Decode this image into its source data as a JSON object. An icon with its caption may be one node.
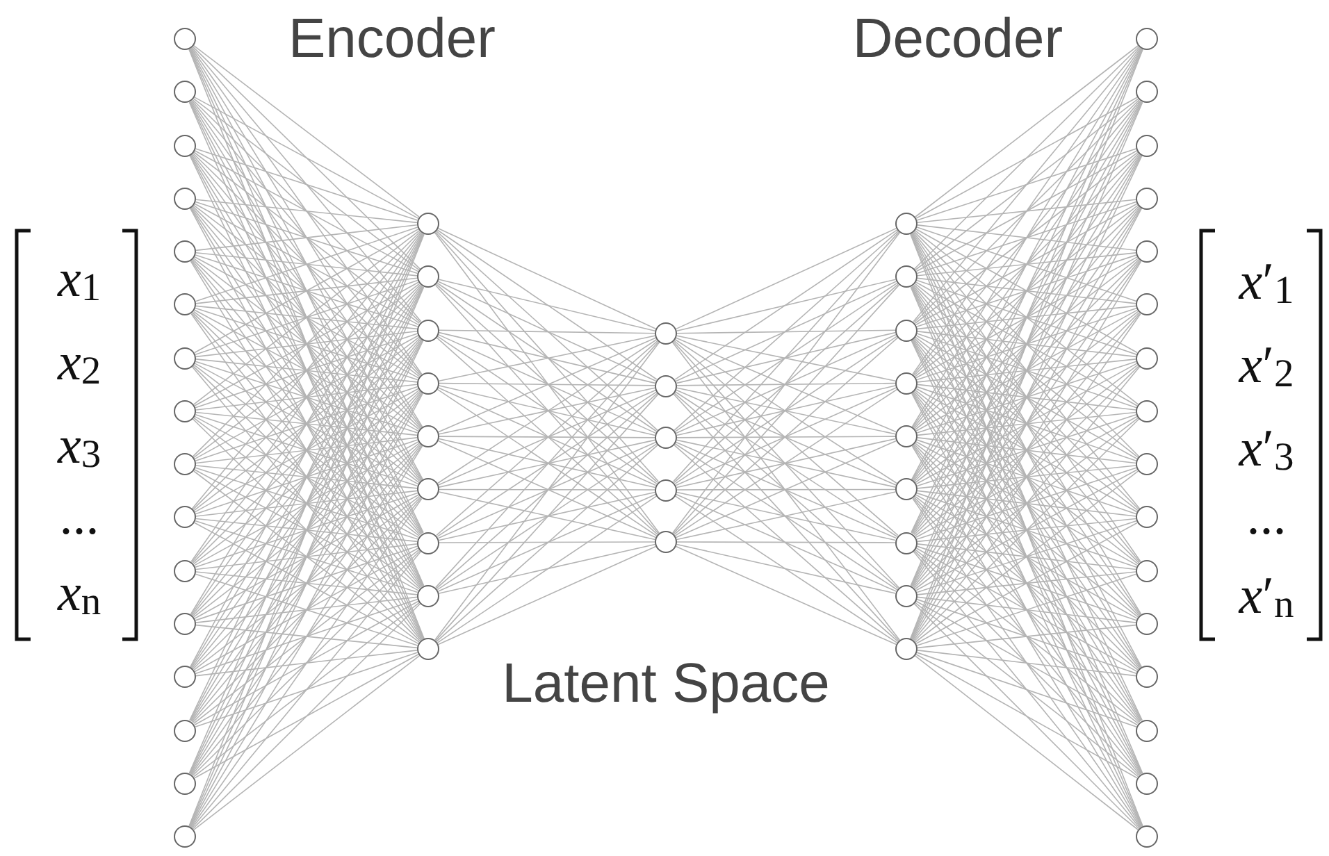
{
  "diagram": {
    "nodes": [
      {
        "text": [],
        "shape": "circle"
      },
      {
        "text": [],
        "shape": "circle"
      },
      {
        "text": [],
        "shape": "circle"
      },
      {
        "text": [],
        "shape": "circle"
      },
      {
        "text": [],
        "shape": "circle"
      },
      {
        "text": [],
        "shape": "circle"
      },
      {
        "text": [],
        "shape": "circle"
      },
      {
        "text": [],
        "shape": "circle"
      },
      {
        "text": [],
        "shape": "circle"
      },
      {
        "text": [],
        "shape": "circle"
      },
      {
        "text": [],
        "shape": "circle"
      },
      {
        "text": [],
        "shape": "circle"
      },
      {
        "text": [],
        "shape": "circle"
      },
      {
        "text": [],
        "shape": "circle"
      },
      {
        "text": [],
        "shape": "circle"
      },
      {
        "text": [],
        "shape": "circle"
      },
      {
        "text": [],
        "shape": "circle"
      },
      {
        "text": [],
        "shape": "circle"
      },
      {
        "text": [],
        "shape": "circle"
      },
      {
        "text": [],
        "shape": "circle"
      },
      {
        "text": [],
        "shape": "circle"
      },
      {
        "text": [],
        "shape": "circle"
      },
      {
        "text": [],
        "shape": "circle"
      },
      {
        "text": [],
        "shape": "circle"
      },
      {
        "text": [],
        "shape": "circle"
      },
      {
        "text": [],
        "shape": "circle"
      },
      {
        "text": [],
        "shape": "circle"
      },
      {
        "text": [],
        "shape": "circle"
      },
      {
        "text": [],
        "shape": "circle"
      },
      {
        "text": [],
        "shape": "circle"
      },
      {
        "text": [],
        "shape": "circle"
      },
      {
        "text": [],
        "shape": "circle"
      },
      {
        "text": [],
        "shape": "circle"
      },
      {
        "text": [],
        "shape": "circle"
      },
      {
        "text": [],
        "shape": "circle"
      },
      {
        "text": [],
        "shape": "circle"
      },
      {
        "text": [],
        "shape": "circle"
      },
      {
        "text": [],
        "shape": "circle"
      },
      {
        "text": [],
        "shape": "circle"
      },
      {
        "text": [],
        "shape": "circle"
      },
      {
        "text": [],
        "shape": "circle"
      },
      {
        "text": [],
        "shape": "circle"
      },
      {
        "text": [],
        "shape": "circle"
      },
      {
        "text": [],
        "shape": "circle"
      },
      {
        "text": [],
        "shape": "circle"
      },
      {
        "text": [],
        "shape": "circle"
      },
      {
        "text": [],
        "shape": "circle"
      },
      {
        "text": [],
        "shape": "circle"
      },
      {
        "text": [],
        "shape": "circle"
      },
      {
        "text": [],
        "shape": "circle"
      },
      {
        "text": [],
        "shape": "circle"
      },
      {
        "text": [],
        "shape": "circle"
      },
      {
        "text": [],
        "shape": "circle"
      },
      {
        "text": [],
        "shape": "circle"
      },
      {
        "text": [],
        "shape": "circle"
      }
    ],
    "edges": [
      {
        "from": 0,
        "to": 16,
        "arrow": "none"
      },
      {
        "from": 0,
        "to": 17,
        "arrow": "none"
      },
      {
        "from": 0,
        "to": 18,
        "arrow": "none"
      },
      {
        "from": 0,
        "to": 19,
        "arrow": "none"
      },
      {
        "from": 0,
        "to": 20,
        "arrow": "none"
      },
      {
        "from": 0,
        "to": 21,
        "arrow": "none"
      },
      {
        "from": 0,
        "to": 22,
        "arrow": "none"
      },
      {
        "from": 0,
        "to": 23,
        "arrow": "none"
      },
      {
        "from": 0,
        "to": 24,
        "arrow": "none"
      },
      {
        "from": 1,
        "to": 16,
        "arrow": "none"
      },
      {
        "from": 1,
        "to": 17,
        "arrow": "none"
      },
      {
        "from": 1,
        "to": 18,
        "arrow": "none"
      },
      {
        "from": 1,
        "to": 19,
        "arrow": "none"
      },
      {
        "from": 1,
        "to": 20,
        "arrow": "none"
      },
      {
        "from": 1,
        "to": 21,
        "arrow": "none"
      },
      {
        "from": 1,
        "to": 22,
        "arrow": "none"
      },
      {
        "from": 1,
        "to": 23,
        "arrow": "none"
      },
      {
        "from": 1,
        "to": 24,
        "arrow": "none"
      },
      {
        "from": 2,
        "to": 16,
        "arrow": "none"
      },
      {
        "from": 2,
        "to": 17,
        "arrow": "none"
      },
      {
        "from": 2,
        "to": 18,
        "arrow": "none"
      },
      {
        "from": 2,
        "to": 19,
        "arrow": "none"
      },
      {
        "from": 2,
        "to": 20,
        "arrow": "none"
      },
      {
        "from": 2,
        "to": 21,
        "arrow": "none"
      },
      {
        "from": 2,
        "to": 22,
        "arrow": "none"
      },
      {
        "from": 2,
        "to": 23,
        "arrow": "none"
      },
      {
        "from": 2,
        "to": 24,
        "arrow": "none"
      },
      {
        "from": 3,
        "to": 16,
        "arrow": "none"
      },
      {
        "from": 3,
        "to": 17,
        "arrow": "none"
      },
      {
        "from": 3,
        "to": 18,
        "arrow": "none"
      },
      {
        "from": 3,
        "to": 19,
        "arrow": "none"
      },
      {
        "from": 3,
        "to": 20,
        "arrow": "none"
      },
      {
        "from": 3,
        "to": 21,
        "arrow": "none"
      },
      {
        "from": 3,
        "to": 22,
        "arrow": "none"
      },
      {
        "from": 3,
        "to": 23,
        "arrow": "none"
      },
      {
        "from": 3,
        "to": 24,
        "arrow": "none"
      },
      {
        "from": 4,
        "to": 16,
        "arrow": "none"
      },
      {
        "from": 4,
        "to": 17,
        "arrow": "none"
      },
      {
        "from": 4,
        "to": 18,
        "arrow": "none"
      },
      {
        "from": 4,
        "to": 19,
        "arrow": "none"
      },
      {
        "from": 4,
        "to": 20,
        "arrow": "none"
      },
      {
        "from": 4,
        "to": 21,
        "arrow": "none"
      },
      {
        "from": 4,
        "to": 22,
        "arrow": "none"
      },
      {
        "from": 4,
        "to": 23,
        "arrow": "none"
      },
      {
        "from": 4,
        "to": 24,
        "arrow": "none"
      },
      {
        "from": 5,
        "to": 16,
        "arrow": "none"
      },
      {
        "from": 5,
        "to": 17,
        "arrow": "none"
      },
      {
        "from": 5,
        "to": 18,
        "arrow": "none"
      },
      {
        "from": 5,
        "to": 19,
        "arrow": "none"
      },
      {
        "from": 5,
        "to": 20,
        "arrow": "none"
      },
      {
        "from": 5,
        "to": 21,
        "arrow": "none"
      },
      {
        "from": 5,
        "to": 22,
        "arrow": "none"
      },
      {
        "from": 5,
        "to": 23,
        "arrow": "none"
      },
      {
        "from": 5,
        "to": 24,
        "arrow": "none"
      },
      {
        "from": 6,
        "to": 16,
        "arrow": "none"
      },
      {
        "from": 6,
        "to": 17,
        "arrow": "none"
      },
      {
        "from": 6,
        "to": 18,
        "arrow": "none"
      },
      {
        "from": 6,
        "to": 19,
        "arrow": "none"
      },
      {
        "from": 6,
        "to": 20,
        "arrow": "none"
      },
      {
        "from": 6,
        "to": 21,
        "arrow": "none"
      },
      {
        "from": 6,
        "to": 22,
        "arrow": "none"
      },
      {
        "from": 6,
        "to": 23,
        "arrow": "none"
      },
      {
        "from": 6,
        "to": 24,
        "arrow": "none"
      },
      {
        "from": 7,
        "to": 16,
        "arrow": "none"
      },
      {
        "from": 7,
        "to": 17,
        "arrow": "none"
      },
      {
        "from": 7,
        "to": 18,
        "arrow": "none"
      },
      {
        "from": 7,
        "to": 19,
        "arrow": "none"
      },
      {
        "from": 7,
        "to": 20,
        "arrow": "none"
      },
      {
        "from": 7,
        "to": 21,
        "arrow": "none"
      },
      {
        "from": 7,
        "to": 22,
        "arrow": "none"
      },
      {
        "from": 7,
        "to": 23,
        "arrow": "none"
      },
      {
        "from": 7,
        "to": 24,
        "arrow": "none"
      },
      {
        "from": 8,
        "to": 16,
        "arrow": "none"
      },
      {
        "from": 8,
        "to": 17,
        "arrow": "none"
      },
      {
        "from": 8,
        "to": 18,
        "arrow": "none"
      },
      {
        "from": 8,
        "to": 19,
        "arrow": "none"
      },
      {
        "from": 8,
        "to": 20,
        "arrow": "none"
      },
      {
        "from": 8,
        "to": 21,
        "arrow": "none"
      },
      {
        "from": 8,
        "to": 22,
        "arrow": "none"
      },
      {
        "from": 8,
        "to": 23,
        "arrow": "none"
      },
      {
        "from": 8,
        "to": 24,
        "arrow": "none"
      },
      {
        "from": 9,
        "to": 16,
        "arrow": "none"
      },
      {
        "from": 9,
        "to": 17,
        "arrow": "none"
      },
      {
        "from": 9,
        "to": 18,
        "arrow": "none"
      },
      {
        "from": 9,
        "to": 19,
        "arrow": "none"
      },
      {
        "from": 9,
        "to": 20,
        "arrow": "none"
      },
      {
        "from": 9,
        "to": 21,
        "arrow": "none"
      },
      {
        "from": 9,
        "to": 22,
        "arrow": "none"
      },
      {
        "from": 9,
        "to": 23,
        "arrow": "none"
      },
      {
        "from": 9,
        "to": 24,
        "arrow": "none"
      },
      {
        "from": 10,
        "to": 16,
        "arrow": "none"
      },
      {
        "from": 10,
        "to": 17,
        "arrow": "none"
      },
      {
        "from": 10,
        "to": 18,
        "arrow": "none"
      },
      {
        "from": 10,
        "to": 19,
        "arrow": "none"
      },
      {
        "from": 10,
        "to": 20,
        "arrow": "none"
      },
      {
        "from": 10,
        "to": 21,
        "arrow": "none"
      },
      {
        "from": 10,
        "to": 22,
        "arrow": "none"
      },
      {
        "from": 10,
        "to": 23,
        "arrow": "none"
      },
      {
        "from": 10,
        "to": 24,
        "arrow": "none"
      },
      {
        "from": 11,
        "to": 16,
        "arrow": "none"
      },
      {
        "from": 11,
        "to": 17,
        "arrow": "none"
      },
      {
        "from": 11,
        "to": 18,
        "arrow": "none"
      },
      {
        "from": 11,
        "to": 19,
        "arrow": "none"
      },
      {
        "from": 11,
        "to": 20,
        "arrow": "none"
      },
      {
        "from": 11,
        "to": 21,
        "arrow": "none"
      },
      {
        "from": 11,
        "to": 22,
        "arrow": "none"
      },
      {
        "from": 11,
        "to": 23,
        "arrow": "none"
      },
      {
        "from": 11,
        "to": 24,
        "arrow": "none"
      },
      {
        "from": 12,
        "to": 16,
        "arrow": "none"
      },
      {
        "from": 12,
        "to": 17,
        "arrow": "none"
      },
      {
        "from": 12,
        "to": 18,
        "arrow": "none"
      },
      {
        "from": 12,
        "to": 19,
        "arrow": "none"
      },
      {
        "from": 12,
        "to": 20,
        "arrow": "none"
      },
      {
        "from": 12,
        "to": 21,
        "arrow": "none"
      },
      {
        "from": 12,
        "to": 22,
        "arrow": "none"
      },
      {
        "from": 12,
        "to": 23,
        "arrow": "none"
      },
      {
        "from": 12,
        "to": 24,
        "arrow": "none"
      },
      {
        "from": 13,
        "to": 16,
        "arrow": "none"
      },
      {
        "from": 13,
        "to": 17,
        "arrow": "none"
      },
      {
        "from": 13,
        "to": 18,
        "arrow": "none"
      },
      {
        "from": 13,
        "to": 19,
        "arrow": "none"
      },
      {
        "from": 13,
        "to": 20,
        "arrow": "none"
      },
      {
        "from": 13,
        "to": 21,
        "arrow": "none"
      },
      {
        "from": 13,
        "to": 22,
        "arrow": "none"
      },
      {
        "from": 13,
        "to": 23,
        "arrow": "none"
      },
      {
        "from": 13,
        "to": 24,
        "arrow": "none"
      },
      {
        "from": 14,
        "to": 16,
        "arrow": "none"
      },
      {
        "from": 14,
        "to": 17,
        "arrow": "none"
      },
      {
        "from": 14,
        "to": 18,
        "arrow": "none"
      },
      {
        "from": 14,
        "to": 19,
        "arrow": "none"
      },
      {
        "from": 14,
        "to": 20,
        "arrow": "none"
      },
      {
        "from": 14,
        "to": 21,
        "arrow": "none"
      },
      {
        "from": 14,
        "to": 22,
        "arrow": "none"
      },
      {
        "from": 14,
        "to": 23,
        "arrow": "none"
      },
      {
        "from": 14,
        "to": 24,
        "arrow": "none"
      },
      {
        "from": 15,
        "to": 16,
        "arrow": "none"
      },
      {
        "from": 15,
        "to": 17,
        "arrow": "none"
      },
      {
        "from": 15,
        "to": 18,
        "arrow": "none"
      },
      {
        "from": 15,
        "to": 19,
        "arrow": "none"
      },
      {
        "from": 15,
        "to": 20,
        "arrow": "none"
      },
      {
        "from": 15,
        "to": 21,
        "arrow": "none"
      },
      {
        "from": 15,
        "to": 22,
        "arrow": "none"
      },
      {
        "from": 15,
        "to": 23,
        "arrow": "none"
      },
      {
        "from": 15,
        "to": 24,
        "arrow": "none"
      },
      {
        "from": 16,
        "to": 25,
        "arrow": "none"
      },
      {
        "from": 16,
        "to": 26,
        "arrow": "none"
      },
      {
        "from": 16,
        "to": 27,
        "arrow": "none"
      },
      {
        "from": 16,
        "to": 28,
        "arrow": "none"
      },
      {
        "from": 16,
        "to": 29,
        "arrow": "none"
      },
      {
        "from": 17,
        "to": 25,
        "arrow": "none"
      },
      {
        "from": 17,
        "to": 26,
        "arrow": "none"
      },
      {
        "from": 17,
        "to": 27,
        "arrow": "none"
      },
      {
        "from": 17,
        "to": 28,
        "arrow": "none"
      },
      {
        "from": 17,
        "to": 29,
        "arrow": "none"
      },
      {
        "from": 18,
        "to": 25,
        "arrow": "none"
      },
      {
        "from": 18,
        "to": 26,
        "arrow": "none"
      },
      {
        "from": 18,
        "to": 27,
        "arrow": "none"
      },
      {
        "from": 18,
        "to": 28,
        "arrow": "none"
      },
      {
        "from": 18,
        "to": 29,
        "arrow": "none"
      },
      {
        "from": 19,
        "to": 25,
        "arrow": "none"
      },
      {
        "from": 19,
        "to": 26,
        "arrow": "none"
      },
      {
        "from": 19,
        "to": 27,
        "arrow": "none"
      },
      {
        "from": 19,
        "to": 28,
        "arrow": "none"
      },
      {
        "from": 19,
        "to": 29,
        "arrow": "none"
      },
      {
        "from": 20,
        "to": 25,
        "arrow": "none"
      },
      {
        "from": 20,
        "to": 26,
        "arrow": "none"
      },
      {
        "from": 20,
        "to": 27,
        "arrow": "none"
      },
      {
        "from": 20,
        "to": 28,
        "arrow": "none"
      },
      {
        "from": 20,
        "to": 29,
        "arrow": "none"
      },
      {
        "from": 21,
        "to": 25,
        "arrow": "none"
      },
      {
        "from": 21,
        "to": 26,
        "arrow": "none"
      },
      {
        "from": 21,
        "to": 27,
        "arrow": "none"
      },
      {
        "from": 21,
        "to": 28,
        "arrow": "none"
      },
      {
        "from": 21,
        "to": 29,
        "arrow": "none"
      },
      {
        "from": 22,
        "to": 25,
        "arrow": "none"
      },
      {
        "from": 22,
        "to": 26,
        "arrow": "none"
      },
      {
        "from": 22,
        "to": 27,
        "arrow": "none"
      },
      {
        "from": 22,
        "to": 28,
        "arrow": "none"
      },
      {
        "from": 22,
        "to": 29,
        "arrow": "none"
      },
      {
        "from": 23,
        "to": 25,
        "arrow": "none"
      },
      {
        "from": 23,
        "to": 26,
        "arrow": "none"
      },
      {
        "from": 23,
        "to": 27,
        "arrow": "none"
      },
      {
        "from": 23,
        "to": 28,
        "arrow": "none"
      },
      {
        "from": 23,
        "to": 29,
        "arrow": "none"
      },
      {
        "from": 24,
        "to": 25,
        "arrow": "none"
      },
      {
        "from": 24,
        "to": 26,
        "arrow": "none"
      },
      {
        "from": 24,
        "to": 27,
        "arrow": "none"
      },
      {
        "from": 24,
        "to": 28,
        "arrow": "none"
      },
      {
        "from": 24,
        "to": 29,
        "arrow": "none"
      },
      {
        "from": 25,
        "to": 30,
        "arrow": "none"
      },
      {
        "from": 25,
        "to": 31,
        "arrow": "none"
      },
      {
        "from": 25,
        "to": 32,
        "arrow": "none"
      },
      {
        "from": 25,
        "to": 33,
        "arrow": "none"
      },
      {
        "from": 25,
        "to": 34,
        "arrow": "none"
      },
      {
        "from": 25,
        "to": 35,
        "arrow": "none"
      },
      {
        "from": 25,
        "to": 36,
        "arrow": "none"
      },
      {
        "from": 25,
        "to": 37,
        "arrow": "none"
      },
      {
        "from": 25,
        "to": 38,
        "arrow": "none"
      },
      {
        "from": 26,
        "to": 30,
        "arrow": "none"
      },
      {
        "from": 26,
        "to": 31,
        "arrow": "none"
      },
      {
        "from": 26,
        "to": 32,
        "arrow": "none"
      },
      {
        "from": 26,
        "to": 33,
        "arrow": "none"
      },
      {
        "from": 26,
        "to": 34,
        "arrow": "none"
      },
      {
        "from": 26,
        "to": 35,
        "arrow": "none"
      },
      {
        "from": 26,
        "to": 36,
        "arrow": "none"
      },
      {
        "from": 26,
        "to": 37,
        "arrow": "none"
      },
      {
        "from": 26,
        "to": 38,
        "arrow": "none"
      },
      {
        "from": 27,
        "to": 30,
        "arrow": "none"
      },
      {
        "from": 27,
        "to": 31,
        "arrow": "none"
      },
      {
        "from": 27,
        "to": 32,
        "arrow": "none"
      },
      {
        "from": 27,
        "to": 33,
        "arrow": "none"
      },
      {
        "from": 27,
        "to": 34,
        "arrow": "none"
      },
      {
        "from": 27,
        "to": 35,
        "arrow": "none"
      },
      {
        "from": 27,
        "to": 36,
        "arrow": "none"
      },
      {
        "from": 27,
        "to": 37,
        "arrow": "none"
      },
      {
        "from": 27,
        "to": 38,
        "arrow": "none"
      },
      {
        "from": 28,
        "to": 30,
        "arrow": "none"
      },
      {
        "from": 28,
        "to": 31,
        "arrow": "none"
      },
      {
        "from": 28,
        "to": 32,
        "arrow": "none"
      },
      {
        "from": 28,
        "to": 33,
        "arrow": "none"
      },
      {
        "from": 28,
        "to": 34,
        "arrow": "none"
      },
      {
        "from": 28,
        "to": 35,
        "arrow": "none"
      },
      {
        "from": 28,
        "to": 36,
        "arrow": "none"
      },
      {
        "from": 28,
        "to": 37,
        "arrow": "none"
      },
      {
        "from": 28,
        "to": 38,
        "arrow": "none"
      },
      {
        "from": 29,
        "to": 30,
        "arrow": "none"
      },
      {
        "from": 29,
        "to": 31,
        "arrow": "none"
      },
      {
        "from": 29,
        "to": 32,
        "arrow": "none"
      },
      {
        "from": 29,
        "to": 33,
        "arrow": "none"
      },
      {
        "from": 29,
        "to": 34,
        "arrow": "none"
      },
      {
        "from": 29,
        "to": 35,
        "arrow": "none"
      },
      {
        "from": 29,
        "to": 36,
        "arrow": "none"
      },
      {
        "from": 29,
        "to": 37,
        "arrow": "none"
      },
      {
        "from": 29,
        "to": 38,
        "arrow": "none"
      },
      {
        "from": 30,
        "to": 39,
        "arrow": "none"
      },
      {
        "from": 30,
        "to": 40,
        "arrow": "none"
      },
      {
        "from": 30,
        "to": 41,
        "arrow": "none"
      },
      {
        "from": 30,
        "to": 42,
        "arrow": "none"
      },
      {
        "from": 30,
        "to": 43,
        "arrow": "none"
      },
      {
        "from": 30,
        "to": 44,
        "arrow": "none"
      },
      {
        "from": 30,
        "to": 45,
        "arrow": "none"
      },
      {
        "from": 30,
        "to": 46,
        "arrow": "none"
      },
      {
        "from": 30,
        "to": 47,
        "arrow": "none"
      },
      {
        "from": 30,
        "to": 48,
        "arrow": "none"
      },
      {
        "from": 30,
        "to": 49,
        "arrow": "none"
      },
      {
        "from": 30,
        "to": 50,
        "arrow": "none"
      },
      {
        "from": 30,
        "to": 51,
        "arrow": "none"
      },
      {
        "from": 30,
        "to": 52,
        "arrow": "none"
      },
      {
        "from": 30,
        "to": 53,
        "arrow": "none"
      },
      {
        "from": 30,
        "to": 54,
        "arrow": "none"
      },
      {
        "from": 31,
        "to": 39,
        "arrow": "none"
      },
      {
        "from": 31,
        "to": 40,
        "arrow": "none"
      },
      {
        "from": 31,
        "to": 41,
        "arrow": "none"
      },
      {
        "from": 31,
        "to": 42,
        "arrow": "none"
      },
      {
        "from": 31,
        "to": 43,
        "arrow": "none"
      },
      {
        "from": 31,
        "to": 44,
        "arrow": "none"
      },
      {
        "from": 31,
        "to": 45,
        "arrow": "none"
      },
      {
        "from": 31,
        "to": 46,
        "arrow": "none"
      },
      {
        "from": 31,
        "to": 47,
        "arrow": "none"
      },
      {
        "from": 31,
        "to": 48,
        "arrow": "none"
      },
      {
        "from": 31,
        "to": 49,
        "arrow": "none"
      },
      {
        "from": 31,
        "to": 50,
        "arrow": "none"
      },
      {
        "from": 31,
        "to": 51,
        "arrow": "none"
      },
      {
        "from": 31,
        "to": 52,
        "arrow": "none"
      },
      {
        "from": 31,
        "to": 53,
        "arrow": "none"
      },
      {
        "from": 31,
        "to": 54,
        "arrow": "none"
      },
      {
        "from": 32,
        "to": 39,
        "arrow": "none"
      },
      {
        "from": 32,
        "to": 40,
        "arrow": "none"
      },
      {
        "from": 32,
        "to": 41,
        "arrow": "none"
      },
      {
        "from": 32,
        "to": 42,
        "arrow": "none"
      },
      {
        "from": 32,
        "to": 43,
        "arrow": "none"
      },
      {
        "from": 32,
        "to": 44,
        "arrow": "none"
      },
      {
        "from": 32,
        "to": 45,
        "arrow": "none"
      },
      {
        "from": 32,
        "to": 46,
        "arrow": "none"
      },
      {
        "from": 32,
        "to": 47,
        "arrow": "none"
      },
      {
        "from": 32,
        "to": 48,
        "arrow": "none"
      },
      {
        "from": 32,
        "to": 49,
        "arrow": "none"
      },
      {
        "from": 32,
        "to": 50,
        "arrow": "none"
      },
      {
        "from": 32,
        "to": 51,
        "arrow": "none"
      },
      {
        "from": 32,
        "to": 52,
        "arrow": "none"
      },
      {
        "from": 32,
        "to": 53,
        "arrow": "none"
      },
      {
        "from": 32,
        "to": 54,
        "arrow": "none"
      },
      {
        "from": 33,
        "to": 39,
        "arrow": "none"
      },
      {
        "from": 33,
        "to": 40,
        "arrow": "none"
      },
      {
        "from": 33,
        "to": 41,
        "arrow": "none"
      },
      {
        "from": 33,
        "to": 42,
        "arrow": "none"
      },
      {
        "from": 33,
        "to": 43,
        "arrow": "none"
      },
      {
        "from": 33,
        "to": 44,
        "arrow": "none"
      },
      {
        "from": 33,
        "to": 45,
        "arrow": "none"
      },
      {
        "from": 33,
        "to": 46,
        "arrow": "none"
      },
      {
        "from": 33,
        "to": 47,
        "arrow": "none"
      },
      {
        "from": 33,
        "to": 48,
        "arrow": "none"
      },
      {
        "from": 33,
        "to": 49,
        "arrow": "none"
      },
      {
        "from": 33,
        "to": 50,
        "arrow": "none"
      },
      {
        "from": 33,
        "to": 51,
        "arrow": "none"
      },
      {
        "from": 33,
        "to": 52,
        "arrow": "none"
      },
      {
        "from": 33,
        "to": 53,
        "arrow": "none"
      },
      {
        "from": 33,
        "to": 54,
        "arrow": "none"
      },
      {
        "from": 34,
        "to": 39,
        "arrow": "none"
      },
      {
        "from": 34,
        "to": 40,
        "arrow": "none"
      },
      {
        "from": 34,
        "to": 41,
        "arrow": "none"
      },
      {
        "from": 34,
        "to": 42,
        "arrow": "none"
      },
      {
        "from": 34,
        "to": 43,
        "arrow": "none"
      },
      {
        "from": 34,
        "to": 44,
        "arrow": "none"
      },
      {
        "from": 34,
        "to": 45,
        "arrow": "none"
      },
      {
        "from": 34,
        "to": 46,
        "arrow": "none"
      },
      {
        "from": 34,
        "to": 47,
        "arrow": "none"
      },
      {
        "from": 34,
        "to": 48,
        "arrow": "none"
      },
      {
        "from": 34,
        "to": 49,
        "arrow": "none"
      },
      {
        "from": 34,
        "to": 50,
        "arrow": "none"
      },
      {
        "from": 34,
        "to": 51,
        "arrow": "none"
      },
      {
        "from": 34,
        "to": 52,
        "arrow": "none"
      },
      {
        "from": 34,
        "to": 53,
        "arrow": "none"
      },
      {
        "from": 34,
        "to": 54,
        "arrow": "none"
      },
      {
        "from": 35,
        "to": 39,
        "arrow": "none"
      },
      {
        "from": 35,
        "to": 40,
        "arrow": "none"
      },
      {
        "from": 35,
        "to": 41,
        "arrow": "none"
      },
      {
        "from": 35,
        "to": 42,
        "arrow": "none"
      },
      {
        "from": 35,
        "to": 43,
        "arrow": "none"
      },
      {
        "from": 35,
        "to": 44,
        "arrow": "none"
      },
      {
        "from": 35,
        "to": 45,
        "arrow": "none"
      },
      {
        "from": 35,
        "to": 46,
        "arrow": "none"
      },
      {
        "from": 35,
        "to": 47,
        "arrow": "none"
      },
      {
        "from": 35,
        "to": 48,
        "arrow": "none"
      },
      {
        "from": 35,
        "to": 49,
        "arrow": "none"
      },
      {
        "from": 35,
        "to": 50,
        "arrow": "none"
      },
      {
        "from": 35,
        "to": 51,
        "arrow": "none"
      },
      {
        "from": 35,
        "to": 52,
        "arrow": "none"
      },
      {
        "from": 35,
        "to": 53,
        "arrow": "none"
      },
      {
        "from": 35,
        "to": 54,
        "arrow": "none"
      },
      {
        "from": 36,
        "to": 39,
        "arrow": "none"
      },
      {
        "from": 36,
        "to": 40,
        "arrow": "none"
      },
      {
        "from": 36,
        "to": 41,
        "arrow": "none"
      },
      {
        "from": 36,
        "to": 42,
        "arrow": "none"
      },
      {
        "from": 36,
        "to": 43,
        "arrow": "none"
      },
      {
        "from": 36,
        "to": 44,
        "arrow": "none"
      },
      {
        "from": 36,
        "to": 45,
        "arrow": "none"
      },
      {
        "from": 36,
        "to": 46,
        "arrow": "none"
      },
      {
        "from": 36,
        "to": 47,
        "arrow": "none"
      },
      {
        "from": 36,
        "to": 48,
        "arrow": "none"
      },
      {
        "from": 36,
        "to": 49,
        "arrow": "none"
      },
      {
        "from": 36,
        "to": 50,
        "arrow": "none"
      },
      {
        "from": 36,
        "to": 51,
        "arrow": "none"
      },
      {
        "from": 36,
        "to": 52,
        "arrow": "none"
      },
      {
        "from": 36,
        "to": 53,
        "arrow": "none"
      },
      {
        "from": 36,
        "to": 54,
        "arrow": "none"
      },
      {
        "from": 37,
        "to": 39,
        "arrow": "none"
      },
      {
        "from": 37,
        "to": 40,
        "arrow": "none"
      },
      {
        "from": 37,
        "to": 41,
        "arrow": "none"
      },
      {
        "from": 37,
        "to": 42,
        "arrow": "none"
      },
      {
        "from": 37,
        "to": 43,
        "arrow": "none"
      },
      {
        "from": 37,
        "to": 44,
        "arrow": "none"
      },
      {
        "from": 37,
        "to": 45,
        "arrow": "none"
      },
      {
        "from": 37,
        "to": 46,
        "arrow": "none"
      },
      {
        "from": 37,
        "to": 47,
        "arrow": "none"
      },
      {
        "from": 37,
        "to": 48,
        "arrow": "none"
      },
      {
        "from": 37,
        "to": 49,
        "arrow": "none"
      },
      {
        "from": 37,
        "to": 50,
        "arrow": "none"
      },
      {
        "from": 37,
        "to": 51,
        "arrow": "none"
      },
      {
        "from": 37,
        "to": 52,
        "arrow": "none"
      },
      {
        "from": 37,
        "to": 53,
        "arrow": "none"
      },
      {
        "from": 37,
        "to": 54,
        "arrow": "none"
      },
      {
        "from": 38,
        "to": 39,
        "arrow": "none"
      },
      {
        "from": 38,
        "to": 40,
        "arrow": "none"
      },
      {
        "from": 38,
        "to": 41,
        "arrow": "none"
      },
      {
        "from": 38,
        "to": 42,
        "arrow": "none"
      },
      {
        "from": 38,
        "to": 43,
        "arrow": "none"
      },
      {
        "from": 38,
        "to": 44,
        "arrow": "none"
      },
      {
        "from": 38,
        "to": 45,
        "arrow": "none"
      },
      {
        "from": 38,
        "to": 46,
        "arrow": "none"
      },
      {
        "from": 38,
        "to": 47,
        "arrow": "none"
      },
      {
        "from": 38,
        "to": 48,
        "arrow": "none"
      },
      {
        "from": 38,
        "to": 49,
        "arrow": "none"
      },
      {
        "from": 38,
        "to": 50,
        "arrow": "none"
      },
      {
        "from": 38,
        "to": 51,
        "arrow": "none"
      },
      {
        "from": 38,
        "to": 52,
        "arrow": "none"
      },
      {
        "from": 38,
        "to": 53,
        "arrow": "none"
      },
      {
        "from": 38,
        "to": 54,
        "arrow": "none"
      }
    ],
    "labels": [
      "Encoder",
      "Decoder",
      "*x*$_{1}$",
      "*x*$_{2}$",
      "*x*$_{3}$",
      "...",
      "*x*$_{n}$",
      "*x*′$_{1}$",
      "*x*′$_{2}$",
      "*x*′$_{3}$",
      "...",
      "*x*′$_{n}$",
      "Latent Space"
    ]
  }
}
